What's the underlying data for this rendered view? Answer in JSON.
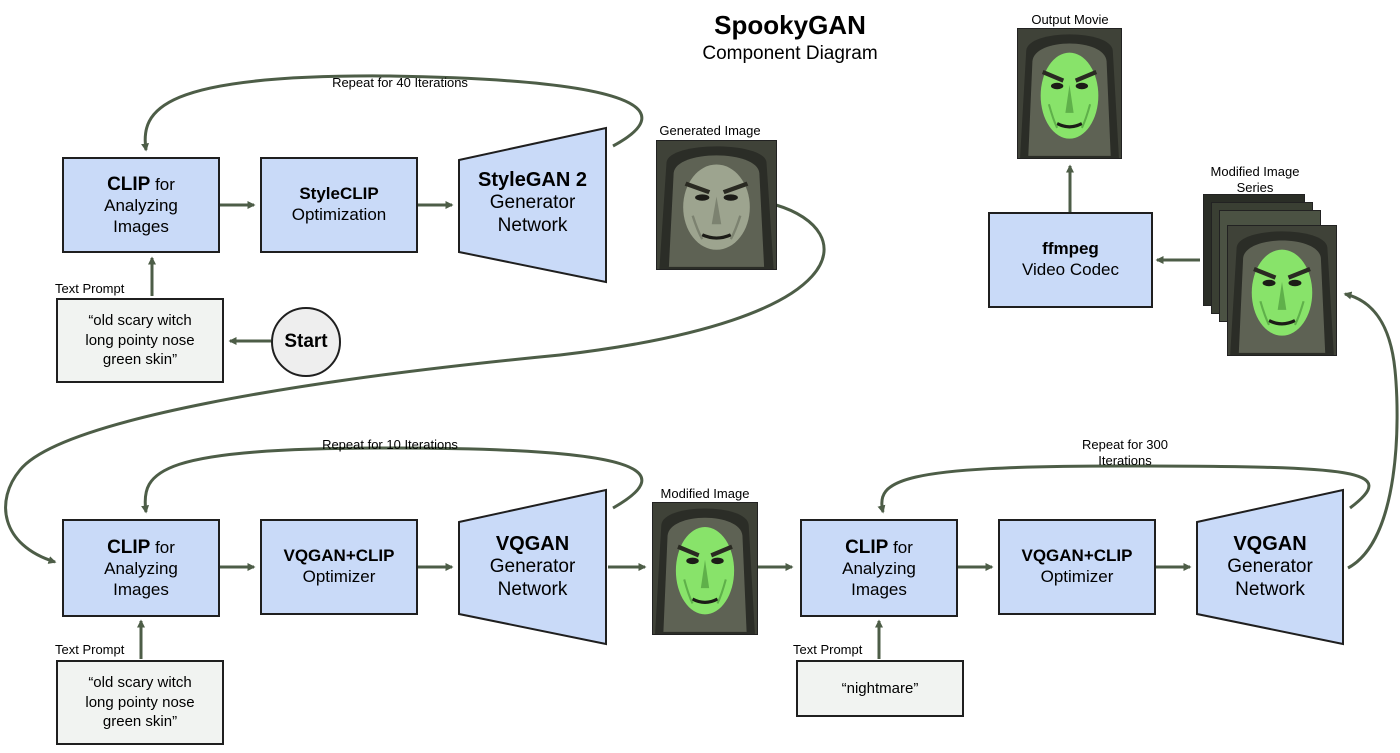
{
  "title": "SpookyGAN",
  "subtitle": "Component Diagram",
  "top_row": {
    "repeat_label": "Repeat for 40 Iterations",
    "clip": {
      "bold": "CLIP",
      "rest": " for",
      "line2": "Analyzing",
      "line3": "Images"
    },
    "styleclip": {
      "line1": "StyleCLIP",
      "line2": "Optimization"
    },
    "stylegan": {
      "line1": "StyleGAN 2",
      "line2": "Generator",
      "line3": "Network"
    },
    "generated_label": "Generated Image",
    "text_prompt_label": "Text Prompt",
    "prompt": {
      "line1": "“old scary witch",
      "line2": "long pointy nose",
      "line3": "green skin”"
    },
    "start_label": "Start"
  },
  "output": {
    "movie_label": "Output Movie",
    "ffmpeg": {
      "line1": "ffmpeg",
      "line2": "Video Codec"
    },
    "series_label_1": "Modified Image",
    "series_label_2": "Series"
  },
  "bottom_left": {
    "repeat_label": "Repeat for 10 Iterations",
    "clip": {
      "bold": "CLIP",
      "rest": " for",
      "line2": "Analyzing",
      "line3": "Images"
    },
    "optimizer": {
      "line1": "VQGAN+CLIP",
      "line2": "Optimizer"
    },
    "vqgan": {
      "line1": "VQGAN",
      "line2": "Generator",
      "line3": "Network"
    },
    "modified_label": "Modified Image",
    "text_prompt_label": "Text Prompt",
    "prompt": {
      "line1": "“old scary witch",
      "line2": "long pointy nose",
      "line3": "green skin”"
    }
  },
  "bottom_right": {
    "repeat_label_1": "Repeat for 300",
    "repeat_label_2": "Iterations",
    "clip": {
      "bold": "CLIP",
      "rest": " for",
      "line2": "Analyzing",
      "line3": "Images"
    },
    "optimizer": {
      "line1": "VQGAN+CLIP",
      "line2": "Optimizer"
    },
    "vqgan": {
      "line1": "VQGAN",
      "line2": "Generator",
      "line3": "Network"
    },
    "text_prompt_label": "Text Prompt",
    "prompt": "“nightmare”"
  },
  "colors": {
    "box_fill": "#c9daf8",
    "prompt_fill": "#f1f3f1",
    "arrow": "#4d5d47",
    "border": "#1f1f1f",
    "witch_green": "#88e36a"
  },
  "icons": {
    "face": "witch-face-image"
  }
}
